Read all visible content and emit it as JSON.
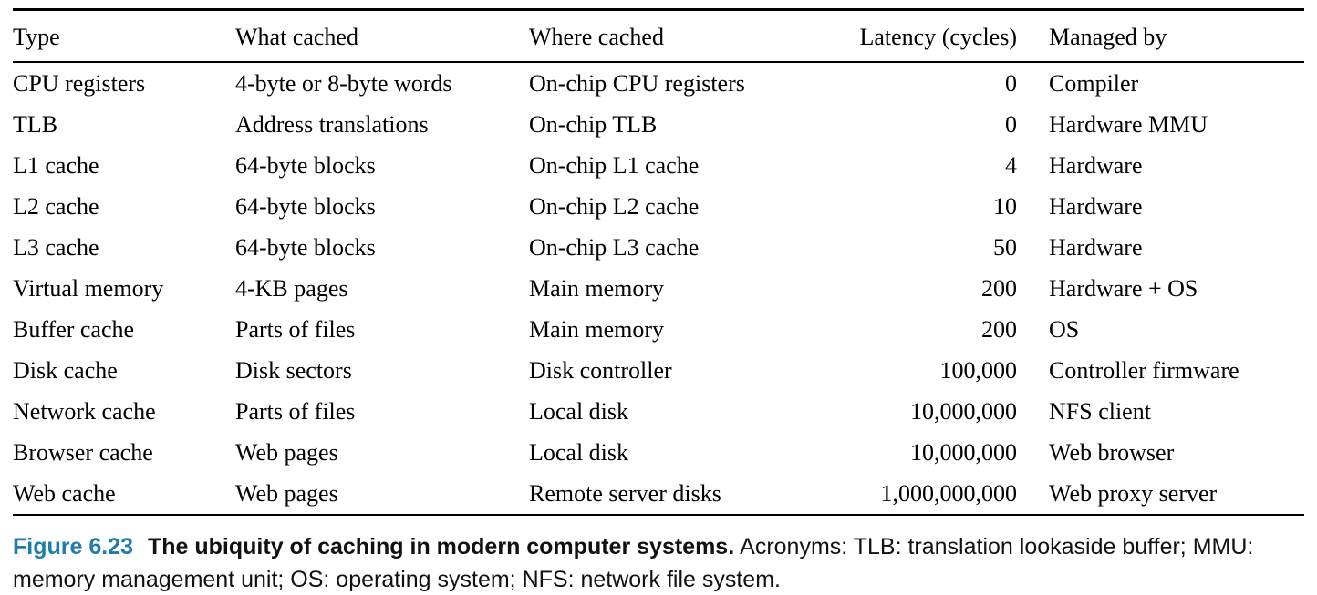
{
  "table": {
    "columns": [
      "Type",
      "What cached",
      "Where cached",
      "Latency (cycles)",
      "Managed by"
    ],
    "rows": [
      [
        "CPU registers",
        "4-byte or 8-byte words",
        "On-chip CPU registers",
        "0",
        "Compiler"
      ],
      [
        "TLB",
        "Address translations",
        "On-chip TLB",
        "0",
        "Hardware MMU"
      ],
      [
        "L1 cache",
        "64-byte blocks",
        "On-chip L1 cache",
        "4",
        "Hardware"
      ],
      [
        "L2 cache",
        "64-byte blocks",
        "On-chip L2 cache",
        "10",
        "Hardware"
      ],
      [
        "L3 cache",
        "64-byte blocks",
        "On-chip L3 cache",
        "50",
        "Hardware"
      ],
      [
        "Virtual memory",
        "4-KB pages",
        "Main memory",
        "200",
        "Hardware + OS"
      ],
      [
        "Buffer cache",
        "Parts of files",
        "Main memory",
        "200",
        "OS"
      ],
      [
        "Disk cache",
        "Disk sectors",
        "Disk controller",
        "100,000",
        "Controller firmware"
      ],
      [
        "Network cache",
        "Parts of files",
        "Local disk",
        "10,000,000",
        "NFS client"
      ],
      [
        "Browser cache",
        "Web pages",
        "Local disk",
        "10,000,000",
        "Web browser"
      ],
      [
        "Web cache",
        "Web pages",
        "Remote server disks",
        "1,000,000,000",
        "Web proxy server"
      ]
    ]
  },
  "caption": {
    "figure_label": "Figure 6.23",
    "title": "The ubiquity of caching in modern computer systems.",
    "text": "Acronyms: TLB: translation lookaside buffer; MMU: memory management unit; OS: operating system; NFS: network file system.",
    "label_color": "#1f7dab"
  }
}
